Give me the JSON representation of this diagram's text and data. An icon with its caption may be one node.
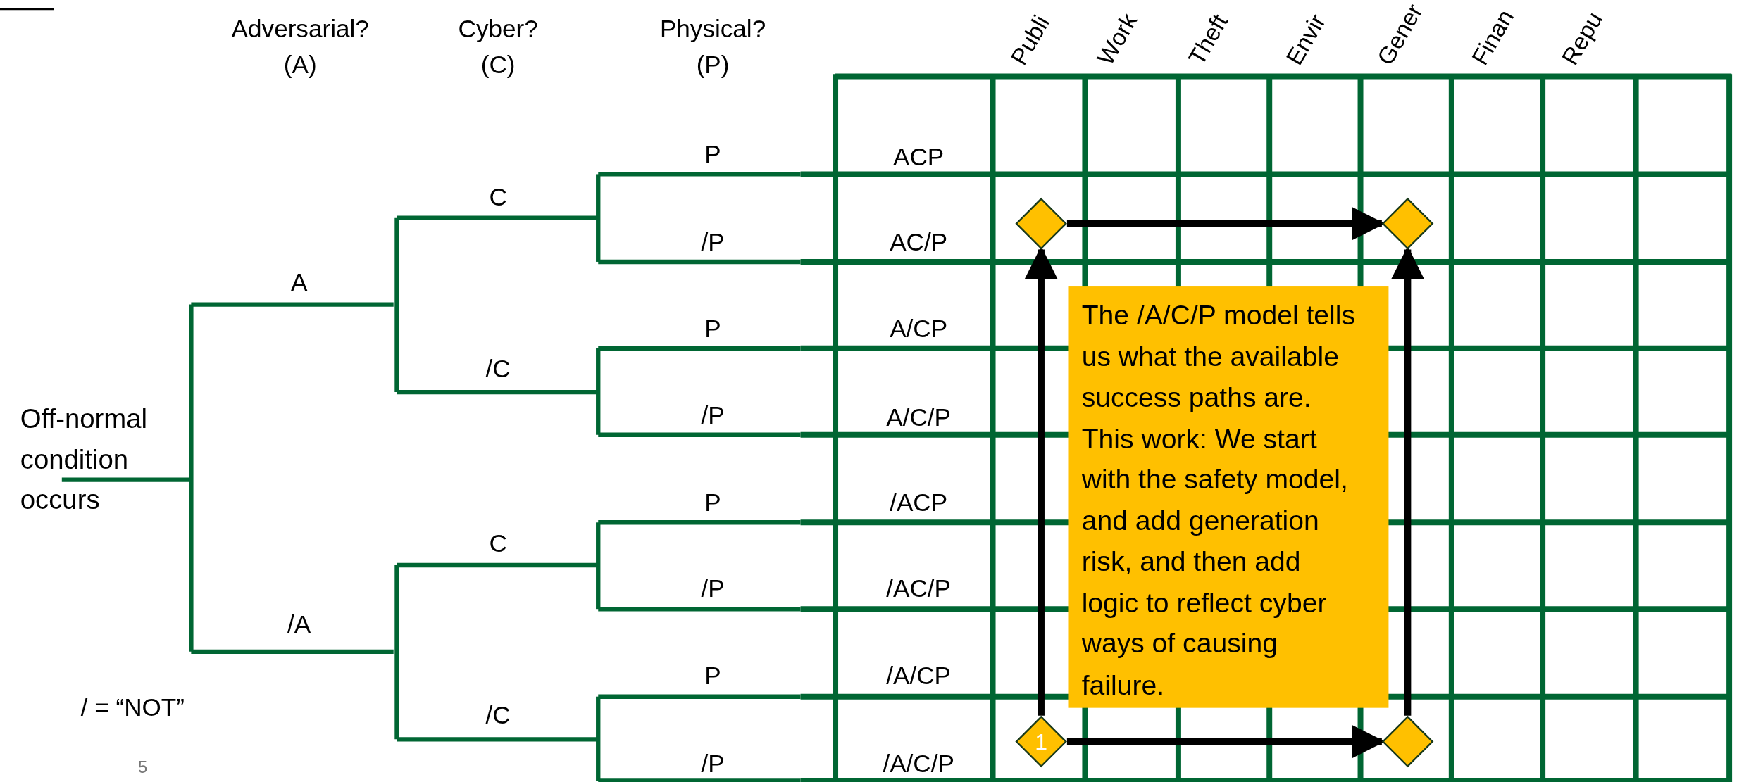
{
  "diagram": {
    "nodes": [
      {
        "text": [],
        "shape": "diamond"
      },
      {
        "text": [],
        "shape": "diamond"
      },
      {
        "text": [
          "The /A/C/P model tells us what the available success paths are.  This work: We start with the safety model, and add generation risk, and then add logic to reflect cyber ways of causing failure."
        ]
      },
      {
        "text": [
          "1"
        ]
      },
      {
        "text": [],
        "shape": "diamond"
      }
    ],
    "edges": [
      {
        "from": 3,
        "to": 0,
        "arrow": "to"
      },
      {
        "from": 0,
        "to": 1,
        "arrow": "to"
      },
      {
        "from": 3,
        "to": 4,
        "arrow": "to"
      },
      {
        "from": 4,
        "to": 1,
        "arrow": "to"
      }
    ],
    "labels": [
      "Adversarial? (A)",
      "Cyber? (C)",
      "Physical? (P)",
      "Publi",
      "Work",
      "Theft",
      "Envir",
      "Gener",
      "Finan",
      "Repu",
      "P",
      "ACP",
      "C",
      "/P",
      "AC/P",
      "A",
      "P",
      "A/CP",
      "/C",
      "/P",
      "A/C/P",
      "Off-normal condition occurs",
      "P",
      "/ACP",
      "C",
      "/P",
      "/AC/P",
      "/A",
      "P",
      "/A/CP",
      "/ = “NOT”",
      "/C",
      "/P",
      "/A/C/P",
      "5"
    ]
  }
}
